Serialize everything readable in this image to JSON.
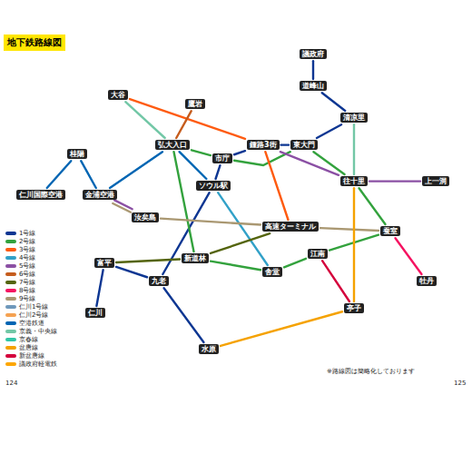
{
  "diagram": {
    "title": "地下鉄路線図",
    "nodes": [
      {
        "text": [
          "仁川国際空港"
        ]
      },
      {
        "text": [
          "金浦空港"
        ]
      },
      {
        "text": [
          "弘大入口"
        ]
      },
      {
        "text": [
          "ソウル駅"
        ]
      },
      {
        "text": [
          "市庁"
        ]
      },
      {
        "text": [
          "鍾路3街"
        ]
      },
      {
        "text": [
          "東大門"
        ]
      },
      {
        "text": [
          "往十里"
        ]
      },
      {
        "text": [
          "江南"
        ]
      },
      {
        "text": [
          "蚕室"
        ]
      },
      {
        "text": [
          "高速ターミナル"
        ]
      },
      {
        "text": [
          "汝矣島"
        ]
      },
      {
        "text": [
          "舎堂"
        ]
      },
      {
        "text": [
          "新道林"
        ]
      },
      {
        "text": [
          "九老"
        ]
      },
      {
        "text": [
          "富平"
        ]
      },
      {
        "text": [
          "仁川"
        ]
      },
      {
        "text": [
          "水原"
        ]
      },
      {
        "text": [
          "清凉里"
        ]
      },
      {
        "text": [
          "道峰山"
        ]
      },
      {
        "text": [
          "議政府"
        ]
      },
      {
        "text": [
          "大谷"
        ]
      },
      {
        "text": [
          "牡丹"
        ]
      },
      {
        "text": [
          "上一洞"
        ]
      },
      {
        "text": [
          "桂陽"
        ]
      },
      {
        "text": [
          "鷹岩"
        ]
      },
      {
        "text": [
          "亭子"
        ]
      }
    ],
    "edges": [
      {
        "from": 20,
        "to": 19,
        "arrow": "none"
      },
      {
        "from": 19,
        "to": 18,
        "arrow": "none"
      },
      {
        "from": 18,
        "to": 6,
        "arrow": "none"
      },
      {
        "from": 6,
        "to": 5,
        "arrow": "none"
      },
      {
        "from": 5,
        "to": 4,
        "arrow": "none"
      },
      {
        "from": 4,
        "to": 3,
        "arrow": "none"
      },
      {
        "from": 3,
        "to": 14,
        "arrow": "none"
      },
      {
        "from": 14,
        "to": 15,
        "arrow": "none"
      },
      {
        "from": 15,
        "to": 16,
        "arrow": "none"
      },
      {
        "from": 14,
        "to": 17,
        "arrow": "none"
      },
      {
        "from": 4,
        "to": 6,
        "arrow": "none"
      },
      {
        "from": 6,
        "to": 7,
        "arrow": "none"
      },
      {
        "from": 7,
        "to": 9,
        "arrow": "none"
      },
      {
        "from": 9,
        "to": 8,
        "arrow": "none"
      },
      {
        "from": 8,
        "to": 12,
        "arrow": "none"
      },
      {
        "from": 12,
        "to": 13,
        "arrow": "none"
      },
      {
        "from": 13,
        "to": 2,
        "arrow": "none"
      },
      {
        "from": 2,
        "to": 4,
        "arrow": "none"
      },
      {
        "from": 21,
        "to": 5,
        "arrow": "none"
      },
      {
        "from": 5,
        "to": 10,
        "arrow": "none"
      },
      {
        "from": 3,
        "to": 12,
        "arrow": "none"
      },
      {
        "from": 1,
        "to": 11,
        "arrow": "none"
      },
      {
        "from": 5,
        "to": 7,
        "arrow": "none"
      },
      {
        "from": 7,
        "to": 23,
        "arrow": "none"
      },
      {
        "from": 25,
        "to": 2,
        "arrow": "none"
      },
      {
        "from": 10,
        "to": 13,
        "arrow": "none"
      },
      {
        "from": 13,
        "to": 15,
        "arrow": "none"
      },
      {
        "from": 9,
        "to": 22,
        "arrow": "none"
      },
      {
        "from": 1,
        "to": 11,
        "arrow": "none"
      },
      {
        "from": 11,
        "to": 10,
        "arrow": "none"
      },
      {
        "from": 10,
        "to": 9,
        "arrow": "none"
      },
      {
        "from": 0,
        "to": 24,
        "arrow": "none"
      },
      {
        "from": 24,
        "to": 1,
        "arrow": "none"
      },
      {
        "from": 1,
        "to": 2,
        "arrow": "none"
      },
      {
        "from": 2,
        "to": 3,
        "arrow": "none"
      },
      {
        "from": 21,
        "to": 2,
        "arrow": "none"
      },
      {
        "from": 7,
        "to": 18,
        "arrow": "none"
      },
      {
        "from": 7,
        "to": 26,
        "arrow": "none"
      },
      {
        "from": 26,
        "to": 17,
        "arrow": "none"
      },
      {
        "from": 8,
        "to": 26,
        "arrow": "none"
      }
    ],
    "labels": [
      "124",
      "125",
      "※路線図は簡略化しております"
    ],
    "legend": [
      {
        "text": "1号線",
        "color": "#0d3692"
      },
      {
        "text": "2号線",
        "color": "#33a23d"
      },
      {
        "text": "3号線",
        "color": "#fe5b10"
      },
      {
        "text": "4号線",
        "color": "#32a1c8"
      },
      {
        "text": "5号線",
        "color": "#8b50a4"
      },
      {
        "text": "6号線",
        "color": "#c55c1d"
      },
      {
        "text": "7号線",
        "color": "#54640d"
      },
      {
        "text": "8号線",
        "color": "#f51361"
      },
      {
        "text": "9号線",
        "color": "#aa9872"
      },
      {
        "text": "仁川1号線",
        "color": "#6e98bb"
      },
      {
        "text": "仁川2号線",
        "color": "#f5a251"
      },
      {
        "text": "空港鉄道",
        "color": "#0065b3"
      },
      {
        "text": "京義・中央線",
        "color": "#72c7a6"
      },
      {
        "text": "京春線",
        "color": "#32c6a6"
      },
      {
        "text": "盆唐線",
        "color": "#f5a200"
      },
      {
        "text": "新盆唐線",
        "color": "#d4003b"
      },
      {
        "text": "議政府軽電鉄",
        "color": "#fda600"
      }
    ]
  }
}
